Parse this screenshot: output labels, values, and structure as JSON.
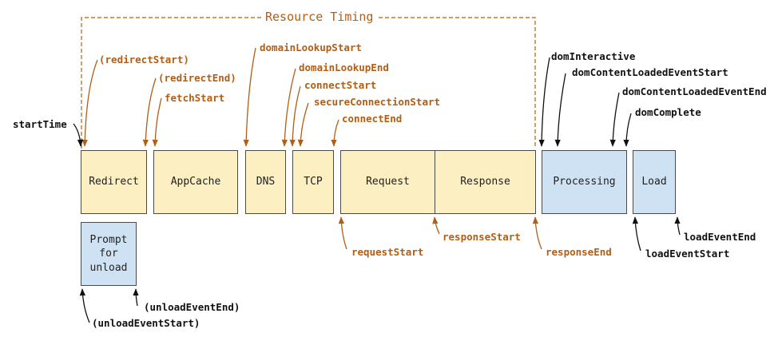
{
  "title": "Resource Timing",
  "colors": {
    "orange": "#b25e14",
    "black": "#111111",
    "yellow": "#fcefc2",
    "blue": "#cfe2f3"
  },
  "boxes": {
    "redirect": "Redirect",
    "appcache": "AppCache",
    "dns": "DNS",
    "tcp": "TCP",
    "request": "Request",
    "response": "Response",
    "processing": "Processing",
    "load": "Load",
    "prompt": "Prompt\nfor\nunload"
  },
  "labels": {
    "redirect_start": "(redirectStart)",
    "redirect_end": "(redirectEnd)",
    "fetch_start": "fetchStart",
    "domain_lookup_start": "domainLookupStart",
    "domain_lookup_end": "domainLookupEnd",
    "connect_start": "connectStart",
    "secure_connection_start": "secureConnectionStart",
    "connect_end": "connectEnd",
    "request_start": "requestStart",
    "response_start": "responseStart",
    "response_end": "responseEnd",
    "start_time": "startTime",
    "dom_interactive": "domInteractive",
    "dom_content_loaded_event_start": "domContentLoadedEventStart",
    "dom_content_loaded_event_end": "domContentLoadedEventEnd",
    "dom_complete": "domComplete",
    "load_event_start": "loadEventStart",
    "load_event_end": "loadEventEnd",
    "unload_event_start": "(unloadEventStart)",
    "unload_event_end": "(unloadEventEnd)"
  }
}
